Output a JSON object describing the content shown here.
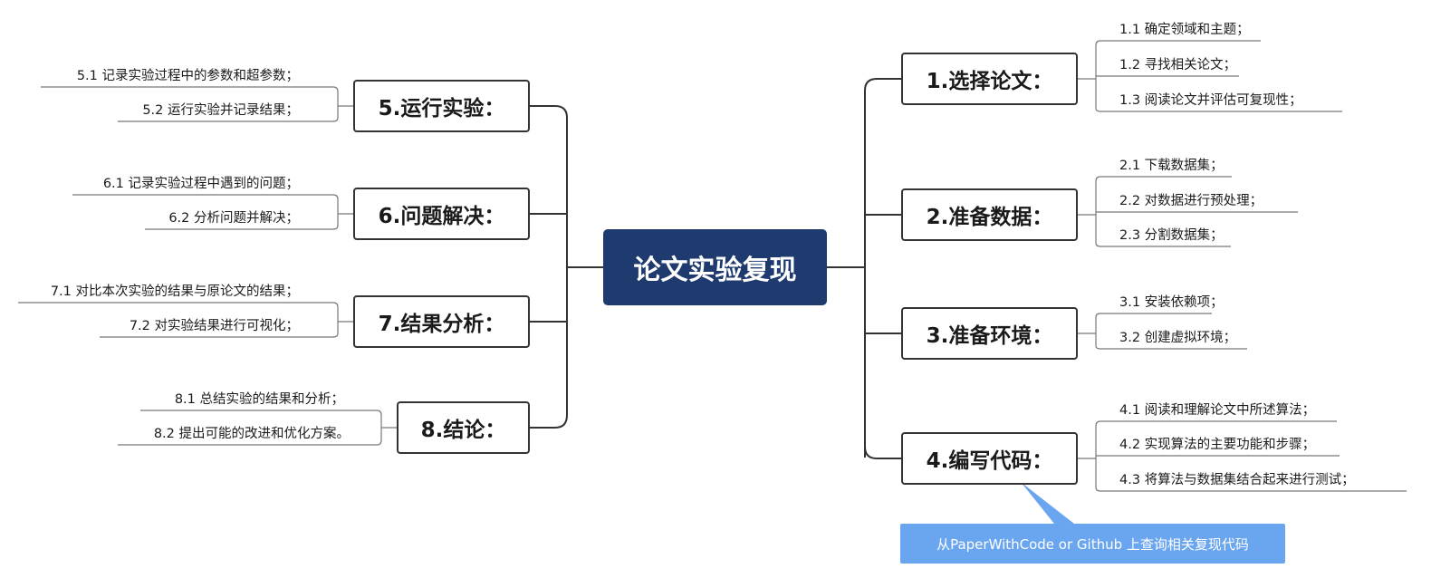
{
  "central": "论文实验复现",
  "branches": [
    {
      "id": "b1",
      "label": "1.选择论文：",
      "children": [
        "1.1 确定领域和主题；",
        "1.2 寻找相关论文；",
        "1.3 阅读论文并评估可复现性；"
      ]
    },
    {
      "id": "b2",
      "label": "2.准备数据：",
      "children": [
        "2.1 下载数据集；",
        "2.2 对数据进行预处理；",
        "2.3 分割数据集；"
      ]
    },
    {
      "id": "b3",
      "label": "3.准备环境：",
      "children": [
        "3.1 安装依赖项；",
        "3.2 创建虚拟环境；"
      ]
    },
    {
      "id": "b4",
      "label": "4.编写代码：",
      "children": [
        "4.1 阅读和理解论文中所述算法；",
        "4.2 实现算法的主要功能和步骤；",
        "4.3 将算法与数据集结合起来进行测试；"
      ]
    },
    {
      "id": "b5",
      "label": "5.运行实验：",
      "children": [
        "5.1 记录实验过程中的参数和超参数；",
        "5.2 运行实验并记录结果；"
      ]
    },
    {
      "id": "b6",
      "label": "6.问题解决：",
      "children": [
        "6.1 记录实验过程中遇到的问题；",
        "6.2 分析问题并解决；"
      ]
    },
    {
      "id": "b7",
      "label": "7.结果分析：",
      "children": [
        "7.1 对比本次实验的结果与原论文的结果；",
        "7.2 对实验结果进行可视化；"
      ]
    },
    {
      "id": "b8",
      "label": "8.结论：",
      "children": [
        "8.1 总结实验的结果和分析；",
        "8.2 提出可能的改进和优化方案。"
      ]
    }
  ],
  "callout": "从PaperWithCode or Github 上查询相关复现代码",
  "colors": {
    "central": "#1f3a6e",
    "callout": "#6aa6f0",
    "line": "#333333",
    "underline": "#555555"
  }
}
